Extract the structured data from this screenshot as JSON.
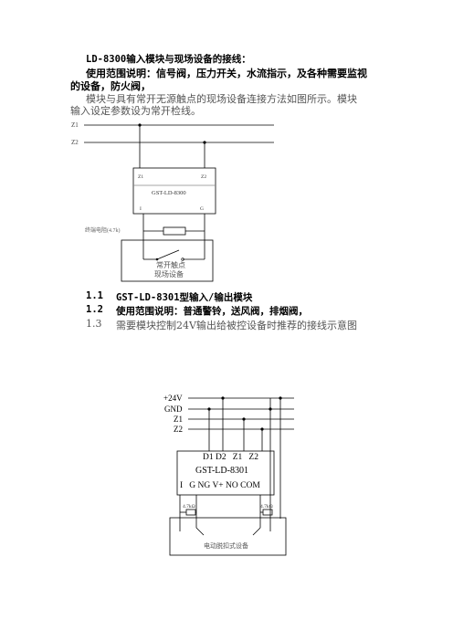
{
  "section1": {
    "heading": "LD-8300输入模块与现场设备的接线：",
    "scope_line1": "使用范围说明：信号阀，压力开关，水流指示，及各种需要监视",
    "scope_line2": "的设备，防火阀，",
    "desc_line1": "模块与具有常开无源触点的现场设备连接方法如图所示。模块",
    "desc_line2": "输入设定参数设为常开检线。"
  },
  "diagram1": {
    "bus_z1": "Z1",
    "bus_z2": "Z2",
    "module_term_z1": "Z1",
    "module_term_z2": "Z2",
    "module_name": "GST-LD-8300",
    "module_term_i": "I",
    "module_term_g": "G",
    "resistor_label": "终端电阻(4.7k)",
    "contact_label1": "常开触点",
    "contact_label2": "现场设备"
  },
  "section2": {
    "item1_num": "1.1",
    "item1_text": "GST-LD-8301型输入/输出模块",
    "item2_num": "1.2",
    "item2_text": "使用范围说明：普通警铃，送风阀，排烟阀，",
    "item3_num": "1.3",
    "item3_text": "需要模块控制24V输出给被控设备时推荐的接线示意图"
  },
  "diagram2": {
    "bus_24v": "+24V",
    "bus_gnd": "GND",
    "bus_z1": "Z1",
    "bus_z2": "Z2",
    "module_top_terminals": "D1 D2   Z1   Z2",
    "module_name": "GST-LD-8301",
    "module_bottom_terminals": "I   G NG V+ NO COM",
    "resistor_left": "4.7kΩ",
    "resistor_right": "4.7kΩ",
    "device_label": "电动脱扣式设备"
  }
}
